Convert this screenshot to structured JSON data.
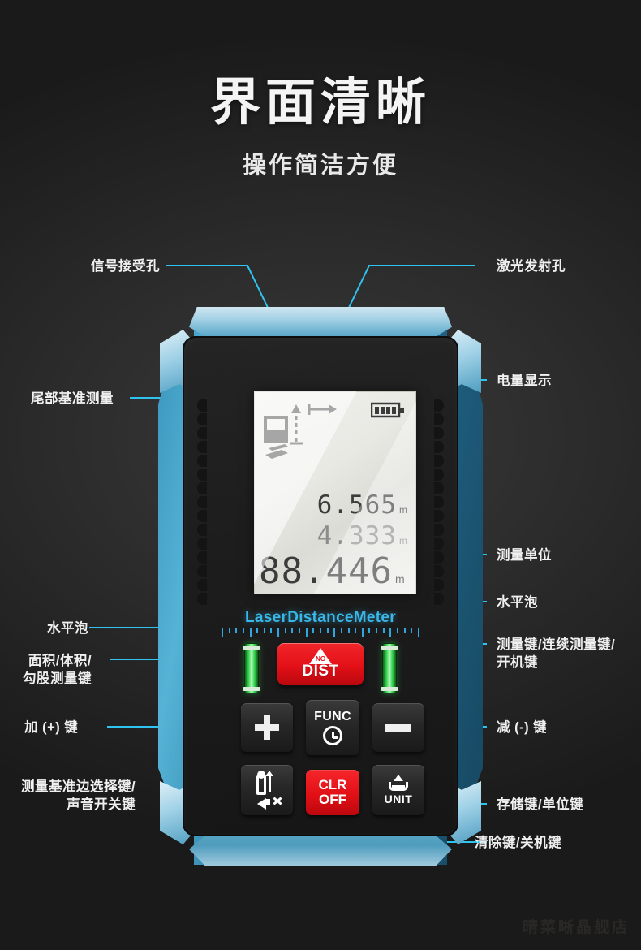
{
  "header": {
    "headline": "界面清晰",
    "subhead": "操作简洁方便"
  },
  "colors": {
    "accent_cyan": "#2fc4f0",
    "shell_blue": "#3a93bb",
    "button_red": "#e31017",
    "level_green": "#2fd54a",
    "background": "#2c2c2c",
    "lcd": "#ecece7"
  },
  "device": {
    "brand": "LaserDistanceMeter",
    "lcd": {
      "battery_bars": 4,
      "readings": [
        {
          "value": "6.565",
          "unit": "m"
        },
        {
          "value": "4.333",
          "unit": "m"
        },
        {
          "value": "88.446",
          "unit": "m"
        }
      ]
    },
    "buttons": {
      "dist_badge": "NO",
      "dist_label": "DIST",
      "plus": "+",
      "func": "FUNC",
      "minus": "−",
      "clr_line1": "CLR",
      "clr_line2": "OFF",
      "unit": "UNIT"
    }
  },
  "callouts": {
    "left": [
      {
        "id": "signal-hole",
        "line1": "信号接受孔",
        "line2": ""
      },
      {
        "id": "tail-reference",
        "line1": "尾部基准测量",
        "line2": ""
      },
      {
        "id": "bubble-level-left",
        "line1": "水平泡",
        "line2": ""
      },
      {
        "id": "area-volume-key",
        "line1": "面积/体积/",
        "line2": "勾股测量键"
      },
      {
        "id": "plus-key",
        "line1": "加 (+) 键",
        "line2": ""
      },
      {
        "id": "reference-sound-key",
        "line1": "测量基准边选择键/",
        "line2": "声音开关键"
      }
    ],
    "right": [
      {
        "id": "laser-hole",
        "line1": "激光发射孔",
        "line2": ""
      },
      {
        "id": "battery-display",
        "line1": "电量显示",
        "line2": ""
      },
      {
        "id": "measure-unit",
        "line1": "测量单位",
        "line2": ""
      },
      {
        "id": "bubble-level-right",
        "line1": "水平泡",
        "line2": ""
      },
      {
        "id": "measure-key",
        "line1": "测量键/连续测量键/",
        "line2": "开机键"
      },
      {
        "id": "minus-key",
        "line1": "减 (-) 键",
        "line2": ""
      },
      {
        "id": "memory-unit-key",
        "line1": "存储键/单位键",
        "line2": ""
      },
      {
        "id": "clear-off-key",
        "line1": "清除键/关机键",
        "line2": ""
      }
    ]
  },
  "watermark": "晴菜晰晶舰店"
}
